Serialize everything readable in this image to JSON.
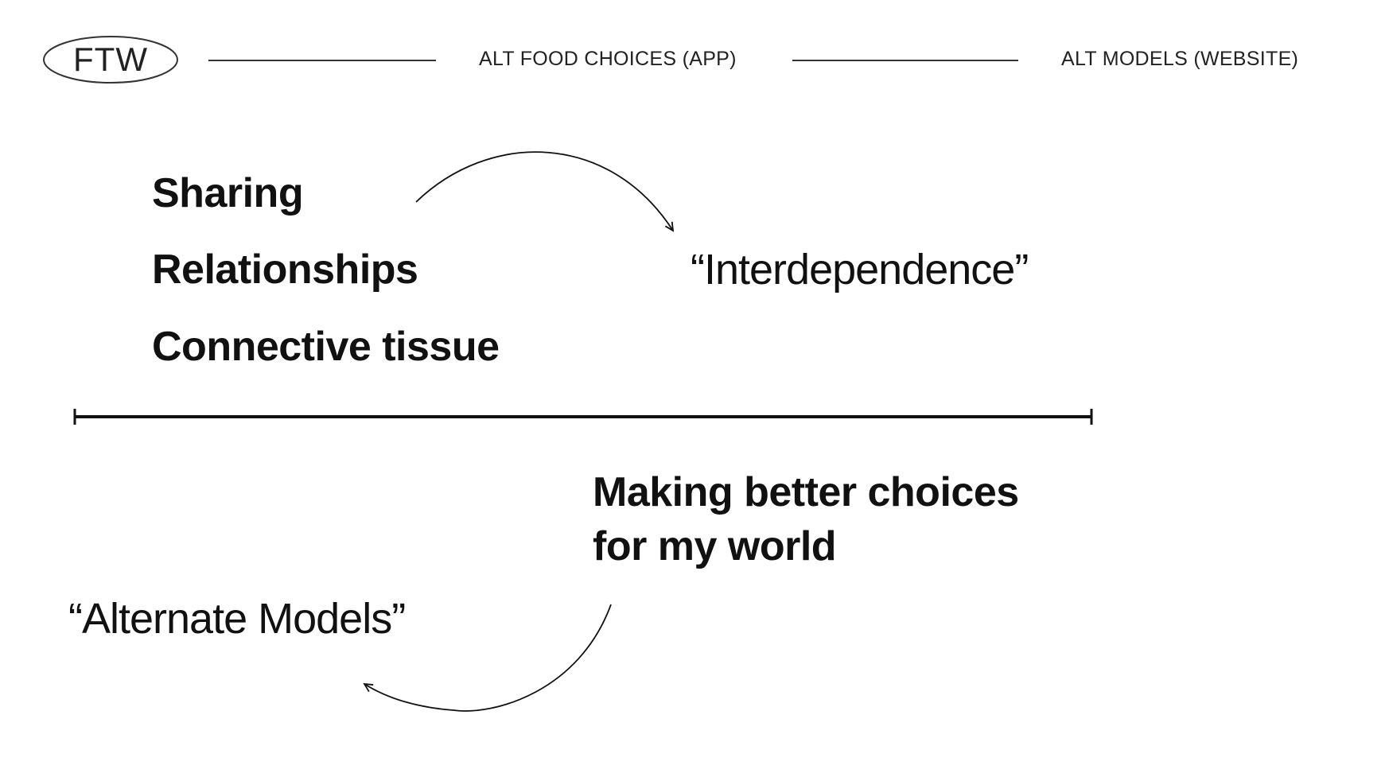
{
  "header": {
    "logo_text": "FTW",
    "nav_app": "ALT FOOD CHOICES (APP)",
    "nav_website": "ALT MODELS (WEBSITE)"
  },
  "upper": {
    "items": [
      "Sharing",
      "Relationships",
      "Connective tissue"
    ],
    "result": "“Interdependence”"
  },
  "lower": {
    "statement_line1": "Making better choices",
    "statement_line2": "for my world",
    "result": "“Alternate Models”"
  }
}
